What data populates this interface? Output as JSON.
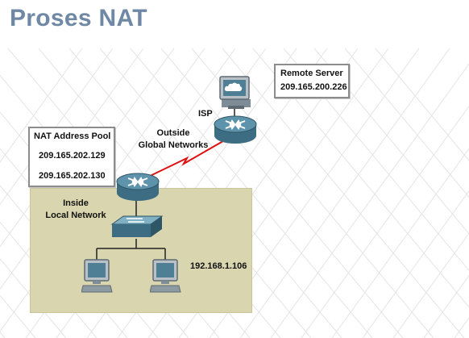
{
  "title": "Proses NAT",
  "remote_server": {
    "heading": "Remote Server",
    "ip": "209.165.200.226"
  },
  "isp_label": "ISP",
  "outside_label": [
    "Outside",
    "Global Networks"
  ],
  "nat_pool": {
    "heading": "NAT Address Pool",
    "addresses": [
      "209.165.202.129",
      "209.165.202.130"
    ]
  },
  "inside_label": [
    "Inside",
    "Local Network"
  ],
  "host_ip": "192.168.1.106",
  "colors": {
    "title": "#6f88a5",
    "inside_area": "#d9d5ae",
    "wan_link": "#e01010",
    "device_body": "#4e7f95"
  }
}
